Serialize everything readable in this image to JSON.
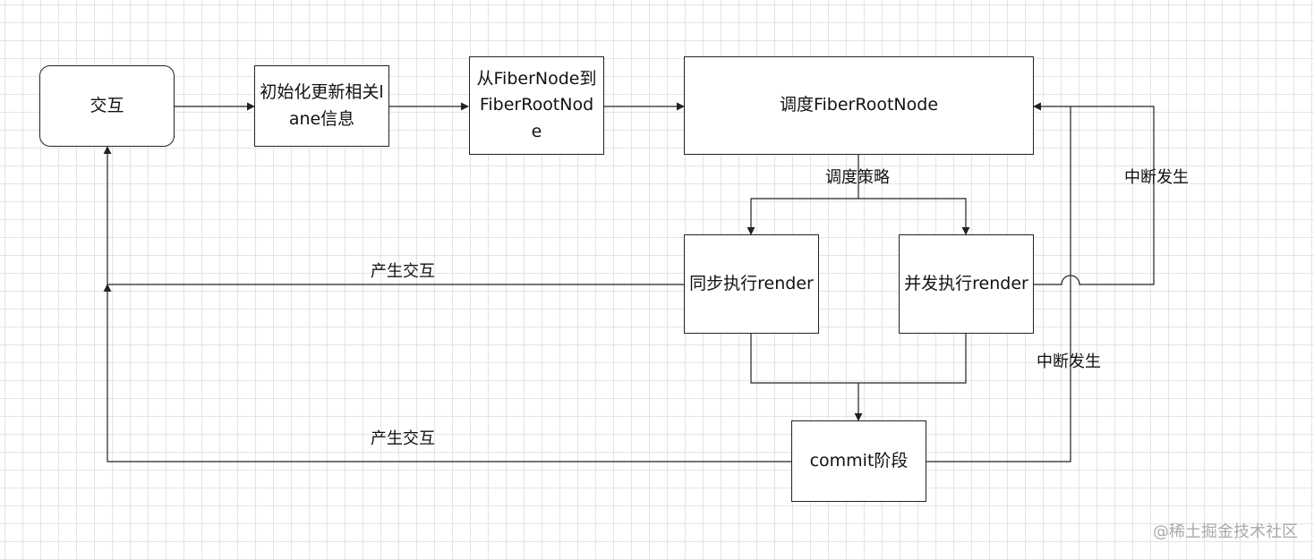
{
  "nodes": {
    "interaction": "交互",
    "init_lane": "初始化更新相关lane信息",
    "fiber_to_root": "从FiberNode到FiberRootNode",
    "schedule_root": "调度FiberRootNode",
    "sync_render": "同步执行render",
    "concurrent_render": "并发执行render",
    "commit_phase": "commit阶段"
  },
  "edge_labels": {
    "strategy": "调度策略",
    "interrupt_right": "中断发生",
    "interrupt_commit": "中断发生",
    "produce_interaction_top": "产生交互",
    "produce_interaction_bottom": "产生交互"
  },
  "watermark": "@稀土掘金技术社区",
  "colors": {
    "line": "#222222",
    "grid": "#e4e4e4",
    "watermark": "#a9a9a9"
  }
}
